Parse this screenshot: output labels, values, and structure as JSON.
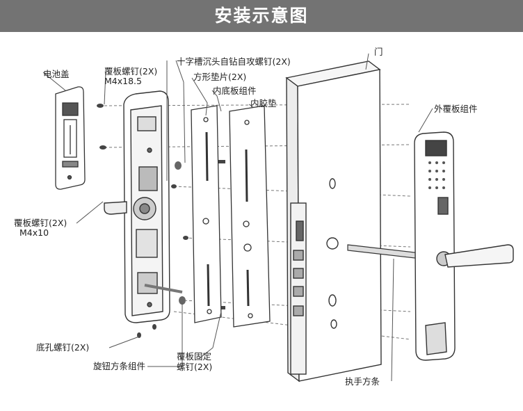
{
  "title": "安装示意图",
  "colors": {
    "header_bg": "#737373",
    "header_text": "#ffffff",
    "line": "#3a3a3a",
    "leader": "#555555"
  },
  "labels": {
    "battery_cover": "电池盖",
    "cover_screw_top": "覆板螺钉(2X)",
    "cover_screw_top_size": "M4x18.5",
    "cross_screw": "十字槽沉头自钻自攻螺钉(2X)",
    "square_gasket": "方形垫片(2X)",
    "inner_base_plate": "内底板组件",
    "inner_rubber_pad": "内胶垫",
    "door": "门",
    "outer_cover": "外覆板组件",
    "cover_screw_left": "覆板螺钉(2X)",
    "cover_screw_left_size": "M4x10",
    "bottom_hole_screw": "底孔螺钉(2X)",
    "knob_bar": "旋钮方条组件",
    "cover_fix_screw_line1": "覆板固定",
    "cover_fix_screw_line2": "螺钉(2X)",
    "handle_bar": "执手方条"
  }
}
